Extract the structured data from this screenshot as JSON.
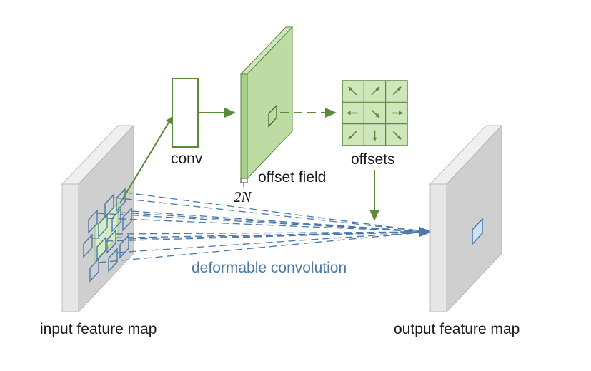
{
  "labels": {
    "conv": "conv",
    "offset_field": "offset field",
    "channels": "2N",
    "offsets": "offsets",
    "deformable_convolution": "deformable convolution",
    "input_feature_map": "input feature map",
    "output_feature_map": "output feature map"
  },
  "colors": {
    "green": "#5a8a3a",
    "green_fill": "#bcdca4",
    "blue": "#4a78a8",
    "panel_front": "#cfcfcf",
    "panel_side": "#e6e6e6"
  },
  "offsets_grid": {
    "arrows": [
      "north-west",
      "north-east",
      "north-east",
      "west",
      "south-east",
      "east",
      "south-west",
      "south",
      "south-east"
    ]
  }
}
